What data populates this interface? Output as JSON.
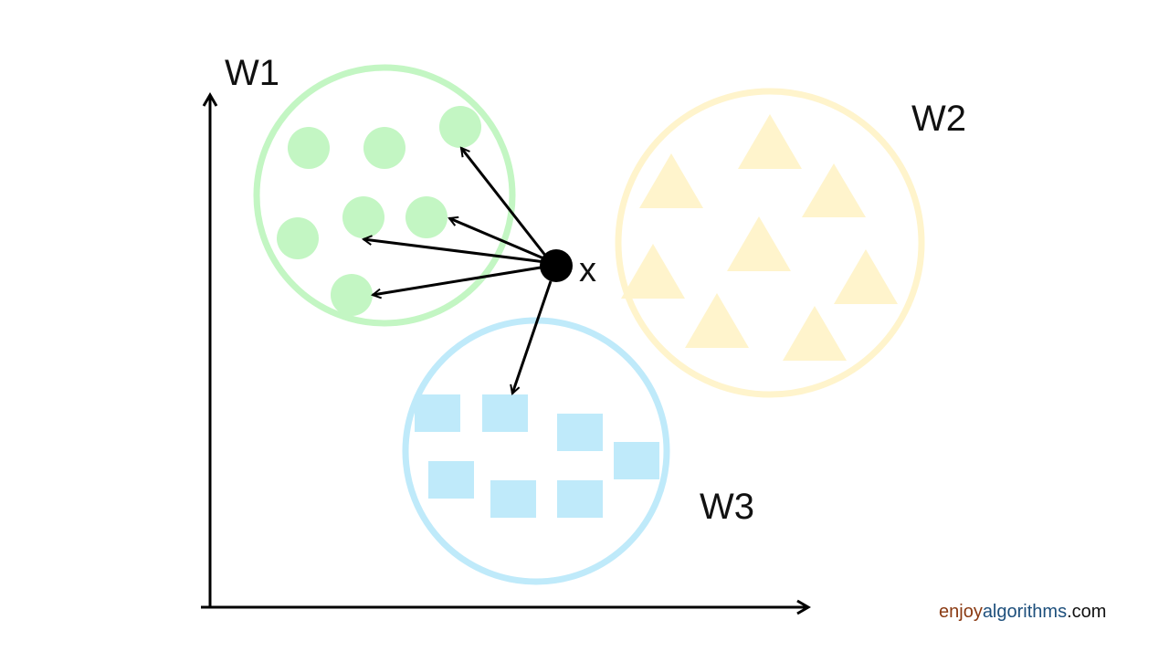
{
  "clusters": [
    {
      "key": "w1",
      "label": "W1",
      "color": "#c3f6c3",
      "ring_color": "#c3f6c3",
      "shape": "circle"
    },
    {
      "key": "w2",
      "label": "W2",
      "color": "#fff4cc",
      "ring_color": "#fff4cc",
      "shape": "triangle"
    },
    {
      "key": "w3",
      "label": "W3",
      "color": "#bfeafa",
      "ring_color": "#bfeafa",
      "shape": "square"
    }
  ],
  "query_point": {
    "label": "x",
    "color": "#000000"
  },
  "watermark": {
    "part1": "enjoy",
    "part2": "algorithms",
    "part3": ".com",
    "color1": "#8a3a12",
    "color2": "#1d4f7c",
    "color3": "#111111"
  }
}
